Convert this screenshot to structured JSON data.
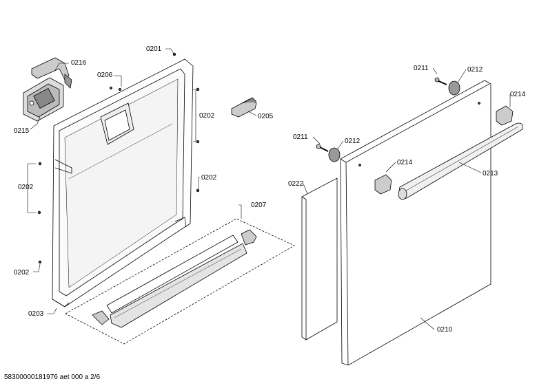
{
  "labels": {
    "c0201": "0201",
    "c0216": "0216",
    "c0206": "0206",
    "c0215": "0215",
    "c0205": "0205",
    "c0202a": "0202",
    "c0202b": "0202",
    "c0202c": "0202",
    "c0202d": "0202",
    "c0207": "0207",
    "c0203": "0203",
    "c0211a": "0211",
    "c0212a": "0212",
    "c0214a": "0214",
    "c0211b": "0211",
    "c0212b": "0212",
    "c0214b": "0214",
    "c0213": "0213",
    "c0222": "0222",
    "c0210": "0210"
  },
  "footer": "58300000181976 aet 000 a 2/6"
}
